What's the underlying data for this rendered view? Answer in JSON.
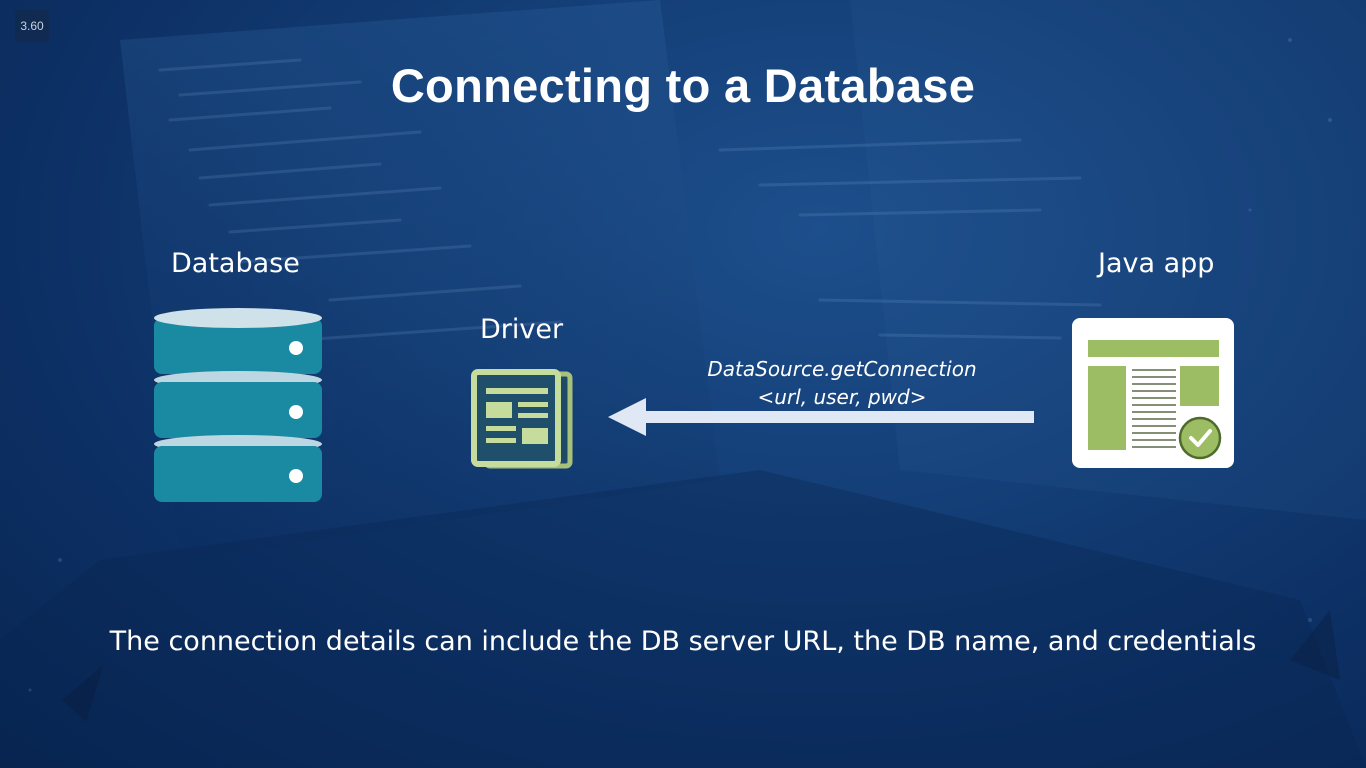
{
  "slide": {
    "speed_badge": "3.60",
    "title": "Connecting to a Database",
    "nodes": {
      "database": {
        "label": "Database",
        "icon": "database-icon"
      },
      "driver": {
        "label": "Driver",
        "icon": "newspaper-document-icon"
      },
      "java_app": {
        "label": "Java app",
        "icon": "app-window-check-icon"
      }
    },
    "connection_call": {
      "method": "DataSource.getConnection",
      "params": "<url, user, pwd>"
    },
    "footer": "The connection details can include the DB server URL, the DB name, and credentials"
  },
  "colors": {
    "background": "#0c2f63",
    "database_fill": "#1a8aa3",
    "database_top": "#cfe2ea",
    "driver_accent": "#a7c17a",
    "java_accent": "#9cbd63",
    "arrow": "#dfe8f4",
    "text": "#ffffff"
  }
}
